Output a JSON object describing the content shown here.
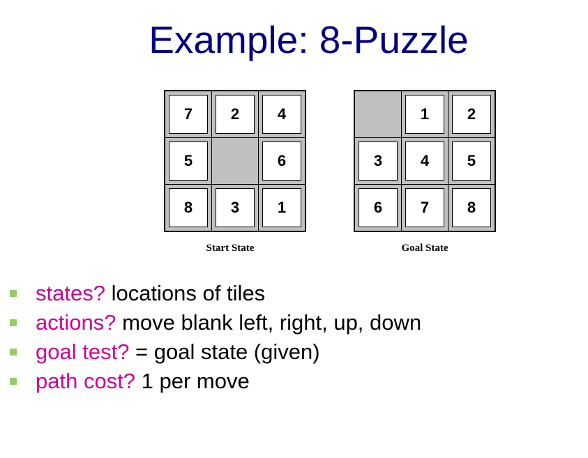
{
  "slide": {
    "title": "Example: 8-Puzzle"
  },
  "start_board": {
    "caption": "Start State",
    "tiles": [
      "7",
      "2",
      "4",
      "5",
      "",
      "6",
      "8",
      "3",
      "1"
    ]
  },
  "goal_board": {
    "caption": "Goal State",
    "tiles": [
      "",
      "1",
      "2",
      "3",
      "4",
      "5",
      "6",
      "7",
      "8"
    ]
  },
  "bullets": [
    {
      "term": "states?",
      "text": " locations of tiles"
    },
    {
      "term": "actions?",
      "text": " move blank left, right, up, down"
    },
    {
      "term": "goal test?",
      "text": " = goal state (given)"
    },
    {
      "term": "path cost?",
      "text": " 1 per move"
    }
  ],
  "colors": {
    "title": "#000080",
    "term": "#cc0099",
    "bullet": "#99cc66",
    "board": "#c0c0c0"
  }
}
